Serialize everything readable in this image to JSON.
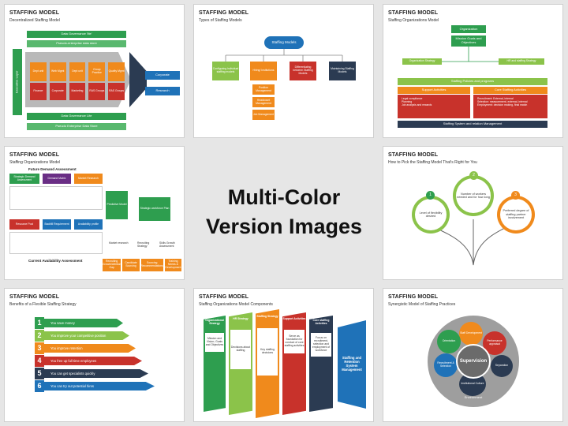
{
  "center": {
    "line1": "Multi-Color",
    "line2": "Version Images"
  },
  "slides": [
    {
      "title": "STAFFING MODEL",
      "subtitle": "Decentralized Staffing Model",
      "governance_top": "Data Governance 'lite'",
      "pseudo_top": "Pseudo-enterprise data store",
      "executive": "Executive Layer",
      "units_top": [
        "Dept unit",
        "Web Mgmt",
        "Dept unit",
        "Group Practice",
        "Quality Mgmt"
      ],
      "units_bottom": [
        "Finance",
        "Corporate",
        "Marketing",
        "RAS Groups",
        "RAS Groups"
      ],
      "right_boxes": [
        "Corporate",
        "Research"
      ],
      "governance_bottom": "Data Governance Lite",
      "pseudo_bottom": "Pseudo Enterprise Data Store"
    },
    {
      "title": "STAFFING MODEL",
      "subtitle": "Types of Staffing Models",
      "root": "Staffing Models",
      "children": [
        "Configuring individual staffing models",
        "Hiring/ Institutions",
        "Differentiating between Staffing Models",
        "Maintaining Staffing Models"
      ],
      "subitems": [
        "Position Management",
        "Headcount Management",
        "Job Management"
      ]
    },
    {
      "title": "STAFFING MODEL",
      "subtitle": "Staffing Organizations Model",
      "org": "Organization",
      "mission": "Mission Goals and Objectives",
      "left_strategy": "Organization Strategy",
      "right_strategy": "HR and staffing Strategy",
      "policies": "Staffing Policies and programs",
      "support_title": "Support Activities",
      "core_title": "Core Staffing Activities",
      "support_items": [
        "Legal compliance",
        "Planning",
        "Job analysis and rewards"
      ],
      "core_items": [
        "Recruitment: External, internal",
        "Selection: measurement, external, internal",
        "Employment: decision making, final match"
      ],
      "footer": "Staffing System and relation Management"
    },
    {
      "title": "STAFFING MODEL",
      "subtitle": "Staffing Organizations Model",
      "future": "Future Demand Assessment",
      "current": "Current Availability Assessment",
      "top_boxes": [
        "Strategic Demand Assessment",
        "Demand Matrix",
        "Market Research"
      ],
      "mid_boxes": [
        "Resource Pool",
        "Backfill Requirement",
        "Availability profile"
      ],
      "predictive": "Predictive Model",
      "strategic": "Strategic workforce Plan",
      "bottom_boxes": [
        "Recruiting Growth/Attrition Gap",
        "Candidate Sourcing",
        "Sourcing Recommendations",
        "Training Needs & Development"
      ],
      "labels": [
        "Market research",
        "Recruiting Strategy",
        "Skills Growth Assessment"
      ]
    },
    {
      "title": "STAFFING MODEL",
      "subtitle": "How to Pick the Staffing Model That's Right for You",
      "circles": [
        {
          "num": "1",
          "text": "Level of flexibility desired"
        },
        {
          "num": "2",
          "text": "Number of workers needed and for how long"
        },
        {
          "num": "3",
          "text": "Preferred degree of staffing partner involvement"
        }
      ]
    },
    {
      "title": "STAFFING MODEL",
      "subtitle": "Benefits of a Flexible Staffing Strategy",
      "rows": [
        {
          "num": "1",
          "text": "You save money"
        },
        {
          "num": "2",
          "text": "You improve your competitive position"
        },
        {
          "num": "3",
          "text": "You improve retention"
        },
        {
          "num": "4",
          "text": "You free up full time employees"
        },
        {
          "num": "5",
          "text": "You can get specialists quickly"
        },
        {
          "num": "6",
          "text": "You can try out potential hires"
        }
      ]
    },
    {
      "title": "STAFFING MODEL",
      "subtitle": "Staffing Organizations Model Components",
      "columns": [
        {
          "head": "Organizational Strategy",
          "body": "Mission and Vision; Goals and Objectives"
        },
        {
          "head": "HR Strategy",
          "body": "Decisions about staffing"
        },
        {
          "head": "Staffing Strategy",
          "body": "Key staffing decisions"
        },
        {
          "head": "Support Activities",
          "body": "Serve as foundation for conduct of core staffing activities"
        },
        {
          "head": "Core staffing Activities",
          "body": "Focus on recruitment, selection and employment of workforce"
        },
        {
          "head": "Staffing and Retention System Management",
          "body": ""
        }
      ]
    },
    {
      "title": "STAFFING MODEL",
      "subtitle": "Synergistic Model of Staffing Practices",
      "hub": "Supervision",
      "petals": [
        "Staff Development",
        "Performance appraisal",
        "Separation",
        "Institutional Culture",
        "Recruitment & Selection",
        "Orientation"
      ],
      "environment": "Environment"
    }
  ],
  "colors": {
    "green": "#2e9e4f",
    "purple": "#6a2e85",
    "blue": "#1f72b8",
    "orange": "#f08a1c",
    "red": "#c8322b",
    "navy": "#2b3b52",
    "lime": "#8bc34a",
    "teal": "#1f9db2"
  }
}
